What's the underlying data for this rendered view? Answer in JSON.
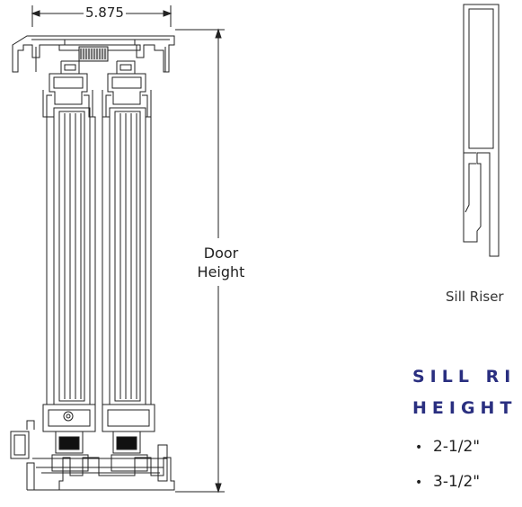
{
  "dimensions": {
    "width_label": "5.875",
    "height_label_line1": "Door",
    "height_label_line2": "Height"
  },
  "sill_riser": {
    "caption": "Sill Riser",
    "heading_line1": "SILL RI",
    "heading_line2": "HEIGHT",
    "heights": [
      "2-1/2\"",
      "3-1/2\""
    ]
  },
  "colors": {
    "line": "#222222",
    "heading": "#2a2f80"
  }
}
